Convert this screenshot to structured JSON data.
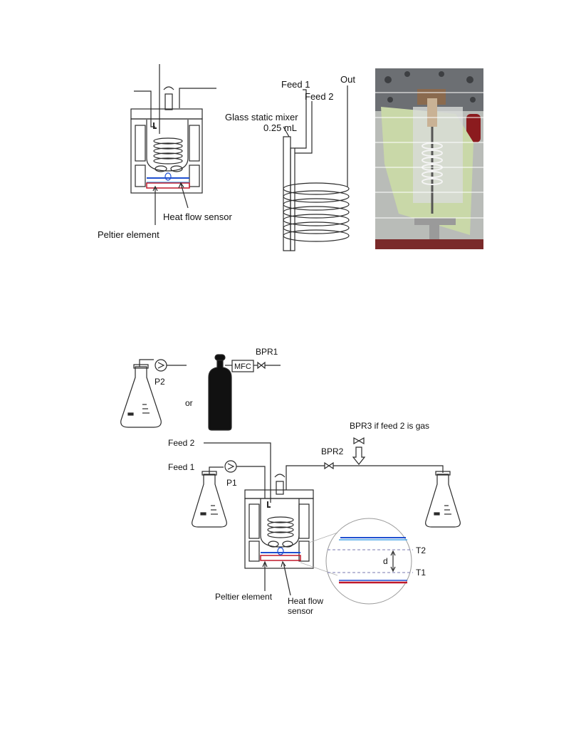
{
  "figure_top": {
    "reactor": {
      "heat_flow_sensor_label": "Heat flow sensor",
      "peltier_label": "Peltier element"
    },
    "mixer": {
      "feed1_label": "Feed 1",
      "feed2_label": "Feed 2",
      "out_label": "Out",
      "mixer_label": "Glass static mixer",
      "volume_label": "0.25 mL"
    },
    "photo": {
      "description_icon": "photo-of-reactor-insert"
    }
  },
  "figure_bottom": {
    "bpr1_label": "BPR1",
    "mfc_label": "MFC",
    "p2_label": "P2",
    "or_label": "or",
    "bpr3_label": "BPR3 if feed 2 is gas",
    "bpr2_label": "BPR2",
    "feed2_label": "Feed 2",
    "feed1_label": "Feed 1",
    "p1_label": "P1",
    "t2_label": "T2",
    "t1_label": "T1",
    "d_label": "d",
    "peltier_label": "Peltier element",
    "heat_flow_label_line1": "Heat flow",
    "heat_flow_label_line2": "sensor"
  },
  "colors": {
    "line": "#2a2a2a",
    "blue_plate": "#1f4fd0",
    "red_plate": "#c0182a",
    "cyan_plate": "#4aa7e8",
    "dashed": "#7a7ab0"
  }
}
